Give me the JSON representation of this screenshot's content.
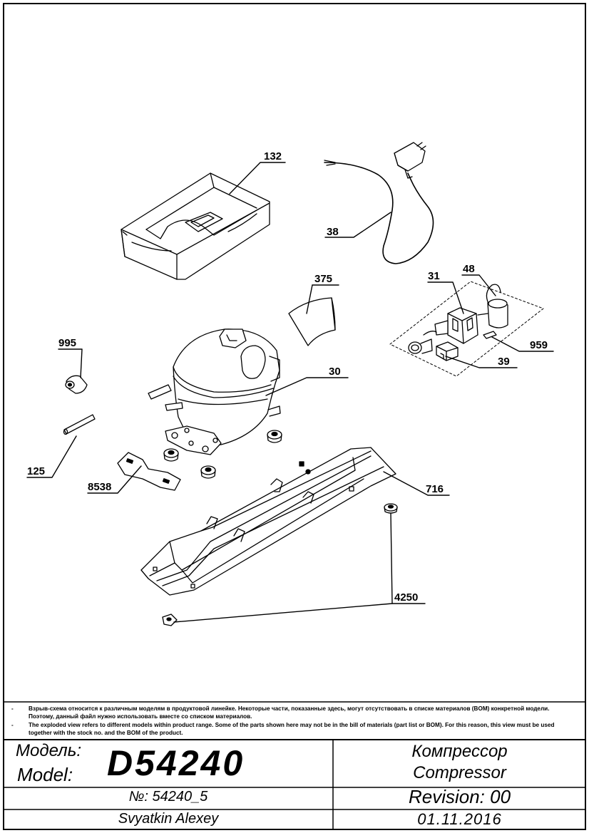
{
  "part_labels": {
    "p132": "132",
    "p38": "38",
    "p375": "375",
    "p31": "31",
    "p48": "48",
    "p959": "959",
    "p39": "39",
    "p995": "995",
    "p30": "30",
    "p125": "125",
    "p8538": "8538",
    "p716": "716",
    "p4250": "4250"
  },
  "notes": {
    "ru": "Взрыв-схема относится к различным моделям в продуктовой линейке. Некоторые части, показанные здесь, могут отсутствовать в списке материалов (BOM) конкретной модели. Поэтому, данный файл нужно использовать вместе со списком материалов.",
    "en": "The exploded view refers to different models within product range. Some of the parts shown here may not be in the bill of materials (part list or BOM). For this reason, this view must be used together with the stock no. and the BOM of the product.",
    "dash": "-"
  },
  "title_block": {
    "model_label_ru": "Модель:",
    "model_label_en": "Model:",
    "model": "D54240",
    "title_ru": "Компрессор",
    "title_en": "Compressor",
    "number": "№: 54240_5",
    "revision": "Revision: 00",
    "author": "Svyatkin Alexey",
    "date": "01.11.2016"
  }
}
